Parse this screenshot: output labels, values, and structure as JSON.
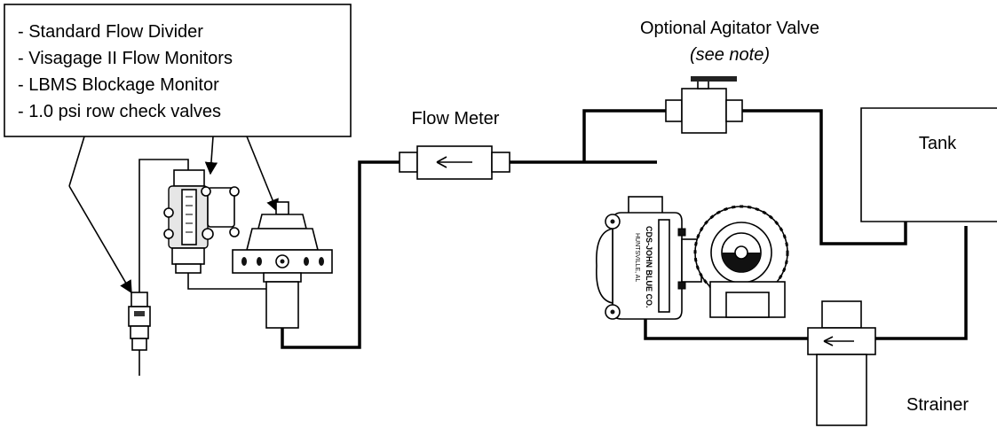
{
  "callout_box": {
    "items": [
      "- Standard Flow Divider",
      "- Visagage II Flow Monitors",
      "- LBMS Blockage Monitor",
      "- 1.0 psi row check valves"
    ]
  },
  "labels": {
    "agitator_title": "Optional Agitator Valve",
    "agitator_note": "(see note)",
    "flow_meter": "Flow Meter",
    "tank": "Tank",
    "strainer": "Strainer"
  },
  "pump_stamp": {
    "line1": "CDS-JOHN BLUE CO.",
    "line2": "HUNTSVILLE, AL"
  },
  "flow_arrow_glyph": "←"
}
